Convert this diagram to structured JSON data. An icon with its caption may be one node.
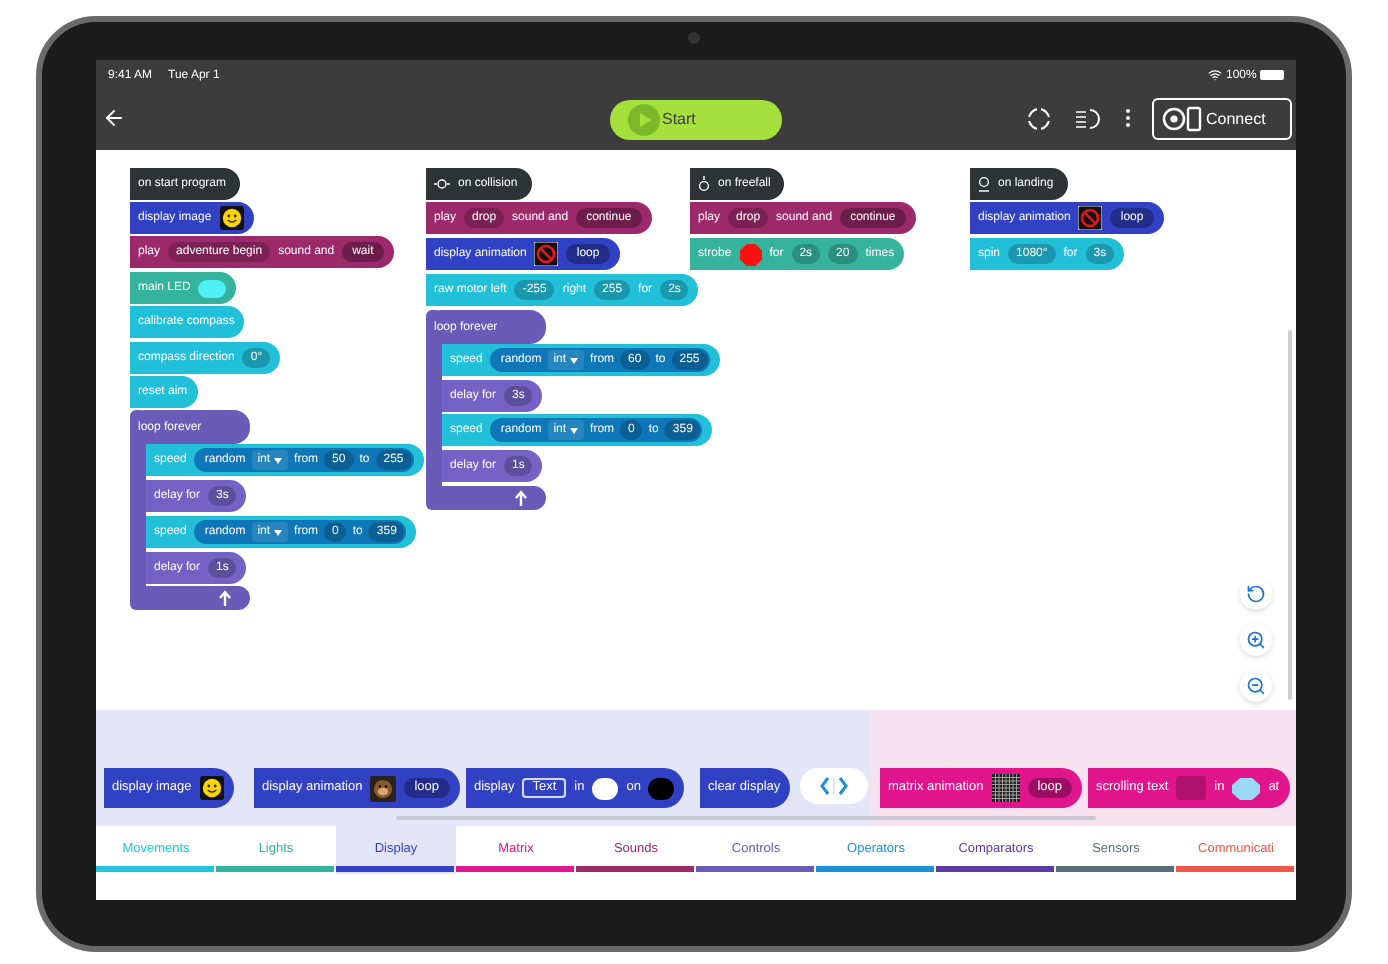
{
  "diagram": {
    "nodes": [
      {
        "text": [
          "on start program"
        ]
      },
      {
        "text": [
          "display image"
        ]
      },
      {
        "text": [
          "play",
          "adventure begin",
          "sound and",
          "wait"
        ]
      },
      {
        "text": [
          "main LED"
        ]
      },
      {
        "text": [
          "calibrate compass"
        ]
      },
      {
        "text": [
          "compass direction",
          "0°"
        ]
      },
      {
        "text": [
          "reset aim"
        ]
      },
      {
        "text": [
          "loop forever"
        ]
      },
      {
        "text": [
          "speed",
          "random",
          "int",
          "from",
          "50",
          "to",
          "255"
        ]
      },
      {
        "text": [
          "delay for",
          "3s"
        ],
        "in": 7
      },
      {
        "text": [
          "speed",
          "random",
          "int",
          "from",
          "0",
          "to",
          "359"
        ]
      },
      {
        "text": [
          "delay for",
          "1s"
        ],
        "in": 7
      },
      {
        "text": [
          "on collision"
        ]
      },
      {
        "text": [
          "play",
          "drop",
          "sound and",
          "continue"
        ]
      },
      {
        "text": [
          "display animation",
          "loop"
        ]
      },
      {
        "text": [
          "raw motor left",
          "-255",
          "right",
          "255",
          "for",
          "2s"
        ]
      },
      {
        "text": [
          "loop forever"
        ]
      },
      {
        "text": [
          "speed",
          "random",
          "int",
          "from",
          "60",
          "to",
          "255"
        ]
      },
      {
        "text": [
          "delay for",
          "3s"
        ],
        "in": 16
      },
      {
        "text": [
          "speed",
          "random",
          "int",
          "from",
          "0",
          "to",
          "359"
        ]
      },
      {
        "text": [
          "delay for",
          "1s"
        ],
        "in": 16
      },
      {
        "text": [
          "on freefall"
        ]
      },
      {
        "text": [
          "play",
          "drop",
          "sound and",
          "continue"
        ]
      },
      {
        "text": [
          "strobe",
          "for",
          "2s",
          "20",
          "times"
        ]
      },
      {
        "text": [
          "on landing"
        ]
      },
      {
        "text": [
          "display animation",
          "loop"
        ]
      },
      {
        "text": [
          "spin",
          "1080°",
          "for",
          "3s"
        ]
      },
      {
        "text": [
          "display image"
        ]
      },
      {
        "text": [
          "display animation",
          "loop"
        ]
      },
      {
        "text": [
          "display",
          "Text",
          "in",
          "on"
        ]
      },
      {
        "text": [
          "clear display"
        ]
      },
      {
        "text": [
          "matrix animation",
          "loop"
        ]
      },
      {
        "text": [
          "scrolling text",
          "in",
          "at"
        ]
      }
    ],
    "labels": [
      "9:41 AM",
      "Tue Apr 1",
      "100%",
      "Start",
      "Connect",
      "Movements",
      "Lights",
      "Display",
      "Matrix",
      "Sounds",
      "Controls",
      "Operators",
      "Comparators",
      "Sensors",
      "Communicati"
    ]
  }
}
